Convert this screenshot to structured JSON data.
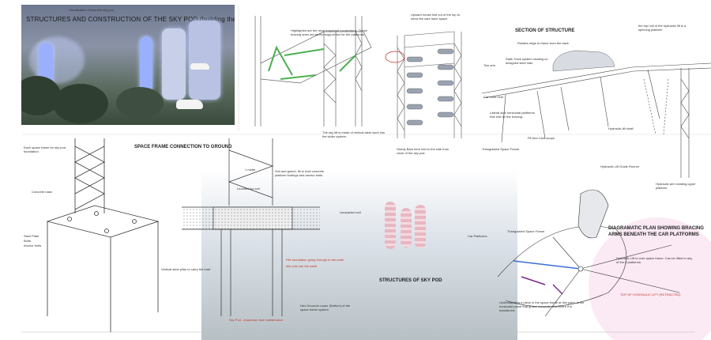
{
  "render": {
    "title": "STRUCTURES AND CONSTRUCTION OF THE SKY POD (building the sky pods)",
    "subtitle": "Visualisation of how the sky pod"
  },
  "sections": {
    "section_title": "SECTION OF STRUCTURE",
    "connection_title": "SPACE FRAME CONNECTION TO GROUND",
    "main_title": "STRUCTURES OF SKY POD",
    "plan_title_1": "DIAGRAMATIC PLAN SHOWING BRACING",
    "plan_title_2": "ARMS BENEATH THE CAR PLATFORMS"
  },
  "labels": {
    "highlighted": "Highlighted are the most important connections. These bracing arms act as the support bar for the platforms.",
    "upward": "Upward hooks fold out of the top to show the cars have space.",
    "rotates": "Rotates edge to frame from the back",
    "tow_arm": "Tow arm",
    "stalk_track": "Stalk Track system rotating on designed steel rails.",
    "car_rests": "Car rests here",
    "lateral_arms": "Lateral side horizontal platforms that rest on the bracing.",
    "hydraulic_lift": "Hydraulic lift shaft",
    "triangulated": "Triangulated Space Frame",
    "pit_bed": "Pit bed Cam-scope",
    "top_hull": "the top hull of the hydraulic lift is a spinning platform",
    "hydraulic_runner": "Hydraulic Lift Guide Runner",
    "hydraulic_arm": "Hydraulic arm rotating upper platform",
    "sky_lift": "The sky lift is made of vertical steel work into the wider system.",
    "sturdy_bars": "Sturdy Bars here fold to the side from circle of the sky pod.",
    "space_frame_note": "Each space frame for sky pod foundation",
    "concrete": "Concrete base",
    "steel_plate": "Steel Plate",
    "bolts": "Bolts",
    "anchor_bolts": "Anchor bolts",
    "soil": "Soil and gravel, fill to hold concrete platform footings and anchor bolts.",
    "levelled": "Levelled top soil",
    "compacted": "compacted soil",
    "one_meter": "1 meter",
    "red_1": "Pile foundation going through to the earth",
    "red_2": "this cuts into the earth",
    "red_3": "Sky Pod - inspection and maintenance",
    "vertical_note": "Vertical steel pillar to carry the load",
    "car_platforms": "Car Platforms",
    "triang_frame": "Triangulated Space Frame",
    "understanding": "Understanding a piece in the space frame at this point, is the horizontal plane that grows outwards and where it is transferred.",
    "hydraulic_note": "Hydraulic Lift to over space frame. Can be lifted to any of the 6 platforms.",
    "top_of_lift": "TOP OF HYDRAULIC LIFT (RETRACTED)",
    "hex_note": "Hex Grounds Lower (Bottom) of the space frame system"
  }
}
